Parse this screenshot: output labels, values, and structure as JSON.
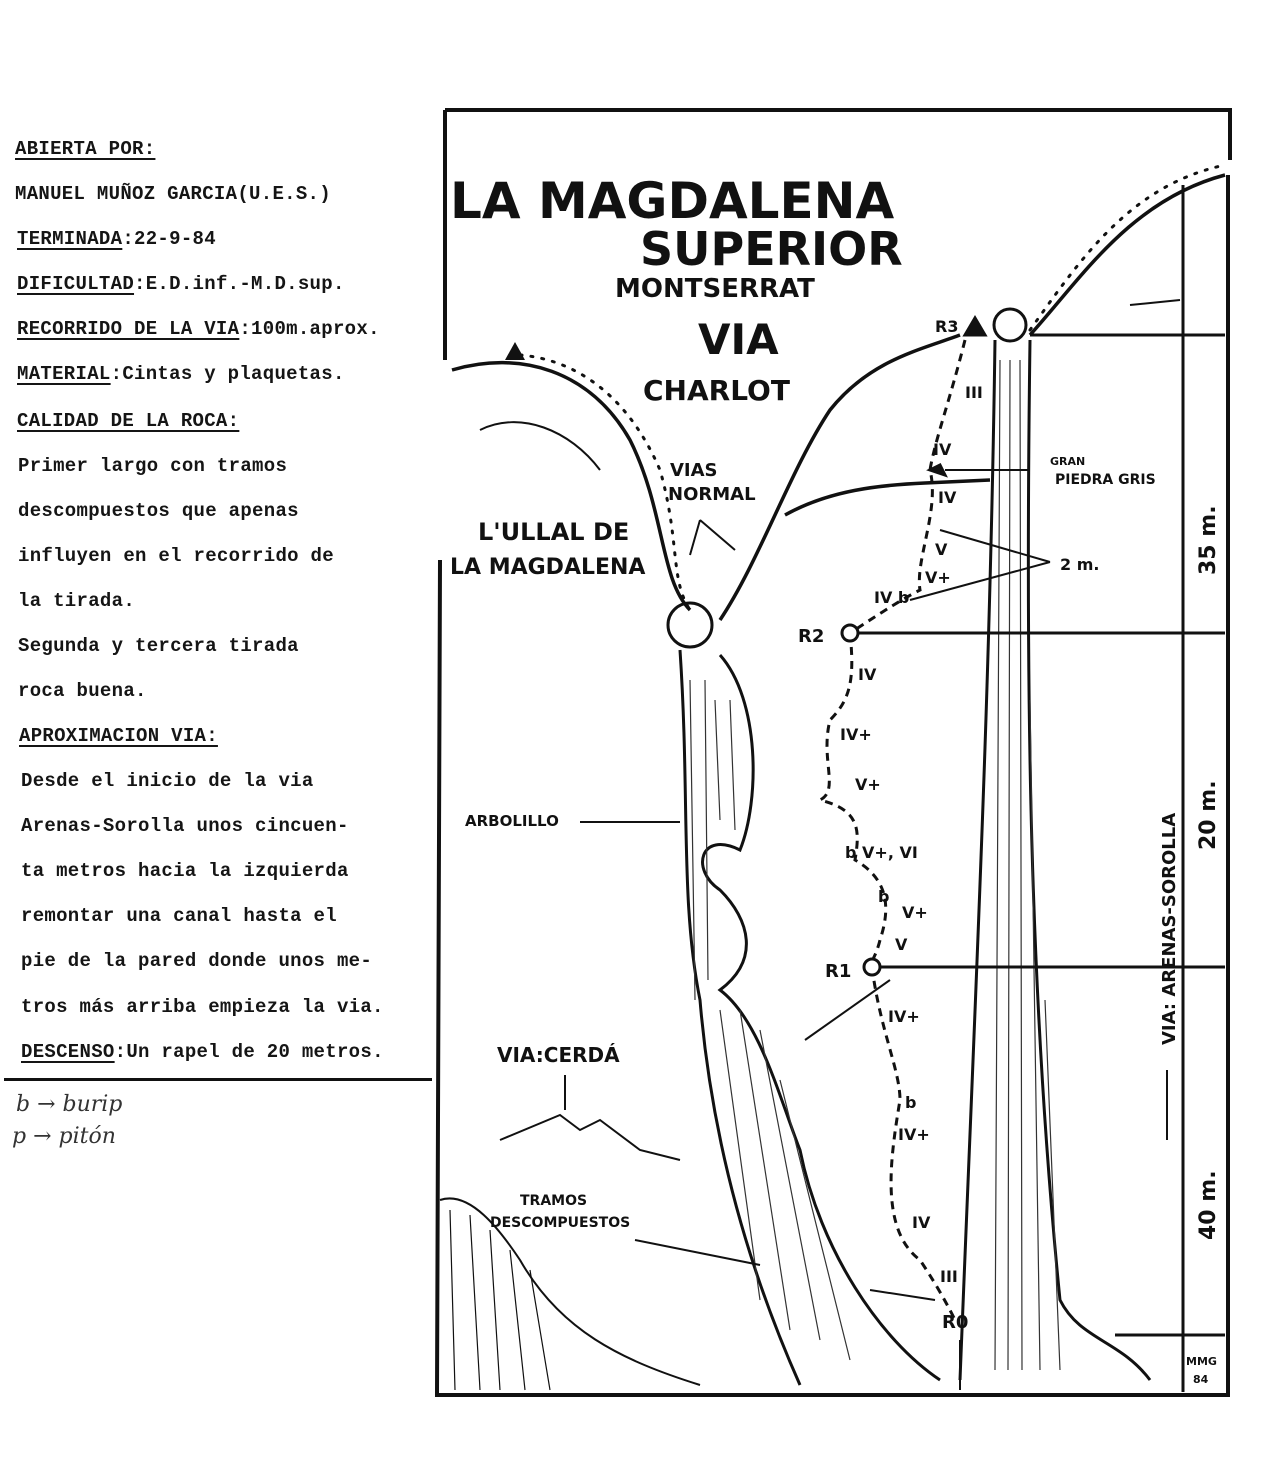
{
  "info": {
    "opened_by_label": "ABIERTA POR:",
    "opened_by_value": "MANUEL MUÑOZ GARCIA(U.E.S.)",
    "finished_label": "TERMINADA",
    "finished_value": ":22-9-84",
    "difficulty_label": "DIFICULTAD",
    "difficulty_value": ":E.D.inf.-M.D.sup.",
    "length_label": "RECORRIDO DE LA VIA",
    "length_value": ":100m.aprox.",
    "material_label": "MATERIAL",
    "material_value": ":Cintas y plaquetas.",
    "rock_label": "CALIDAD DE LA ROCA:",
    "rock_lines": [
      "Primer largo con tramos",
      "descompuestos que apenas",
      "influyen en el recorrido de",
      "la tirada.",
      "Segunda y tercera tirada",
      "roca buena."
    ],
    "approach_label": "APROXIMACION VIA:",
    "approach_lines": [
      "Desde el inicio de la via",
      "Arenas-Sorolla unos cincuen-",
      "ta metros hacia la izquierda",
      "remontar una canal hasta el",
      "pie de la pared donde unos me-",
      "tros más arriba empieza la via."
    ],
    "descent_label": "DESCENSO",
    "descent_value": ":Un rapel de 20 metros."
  },
  "legend_handwritten": [
    "b → burip",
    "p → pitón"
  ],
  "topo": {
    "title_line1": "LA MAGDALENA",
    "title_line2": "SUPERIOR",
    "location": "MONTSERRAT",
    "route_word": "VIA",
    "route_name": "CHARLOT",
    "vias_normal": [
      "VIAS",
      "NORMAL"
    ],
    "ullal": [
      "L'ULLAL DE",
      "LA MAGDALENA"
    ],
    "gran_piedra": [
      "GRAN",
      "PIEDRA GRIS"
    ],
    "two_m": "2 m.",
    "arbolillo": "ARBOLILLO",
    "via_cerda": "VIA:CERDÁ",
    "tramos": [
      "TRAMOS",
      "DESCOMPUESTOS"
    ],
    "belays": [
      "R0",
      "R1",
      "R2",
      "R3"
    ],
    "grades": [
      "III",
      "IV",
      "IV",
      "V",
      "IV b",
      "V+",
      "IV",
      "IV+",
      "V+",
      "b V+, VI",
      "b",
      "V+",
      "V",
      "IV+",
      "b",
      "IV+",
      "IV",
      "III"
    ],
    "heights": [
      "35 m.",
      "20 m.",
      "40 m."
    ],
    "arenas_sorolla": "VIA: ARENAS-SOROLLA",
    "signature": [
      "MMG",
      "84"
    ]
  }
}
